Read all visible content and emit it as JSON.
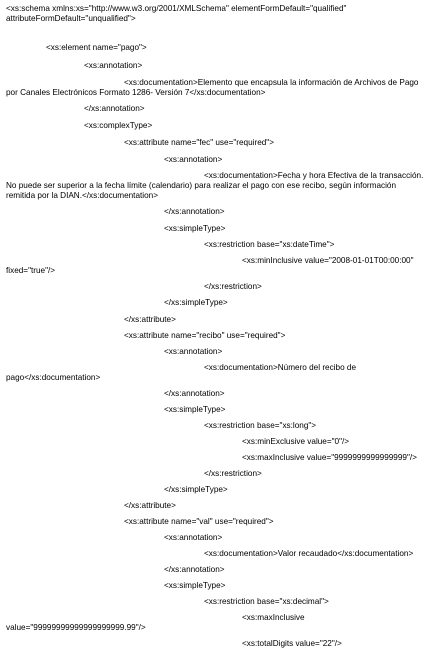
{
  "lines": [
    "<xs:schema xmlns:xs=\"http://www.w3.org/2001/XMLSchema\" elementFormDefault=\"qualified\"",
    "attributeFormDefault=\"unqualified\">",
    "<xs:element name=\"pago\">",
    "<xs:annotation>",
    "<xs:documentation>Elemento que encapsula la información de Archivos de Pago",
    "por Canales Electrónicos Formato 1286- Versión 7</xs:documentation>",
    "</xs:annotation>",
    "<xs:complexType>",
    "<xs:attribute name=\"fec\" use=\"required\">",
    "<xs:annotation>",
    "<xs:documentation>Fecha y hora Efectiva de la transacción.",
    "No puede ser superior a la fecha límite (calendario) para realizar el pago con ese recibo, según información",
    "remitida por la DIAN.</xs:documentation>",
    "</xs:annotation>",
    "<xs:simpleType>",
    "<xs:restriction base=\"xs:dateTime\">",
    "<xs:minInclusive value=\"2008-01-01T00:00:00\"",
    "fixed=\"true\"/>",
    "</xs:restriction>",
    "</xs:simpleType>",
    "</xs:attribute>",
    "<xs:attribute name=\"recibo\" use=\"required\">",
    "<xs:annotation>",
    "<xs:documentation>Número del recibo de",
    "pago</xs:documentation>",
    "</xs:annotation>",
    "<xs:simpleType>",
    "<xs:restriction base=\"xs:long\">",
    "<xs:minExclusive value=\"0\"/>",
    "<xs:maxInclusive value=\"9999999999999999\"/>",
    "</xs:restriction>",
    "</xs:simpleType>",
    "</xs:attribute>",
    "<xs:attribute name=\"val\" use=\"required\">",
    "<xs:annotation>",
    "<xs:documentation>Valor recaudado</xs:documentation>",
    "</xs:annotation>",
    "<xs:simpleType>",
    "<xs:restriction base=\"xs:decimal\">",
    "<xs:maxInclusive",
    "value=\"99999999999999999999.99\"/>",
    "<xs:totalDigits value=\"22\"/>"
  ]
}
